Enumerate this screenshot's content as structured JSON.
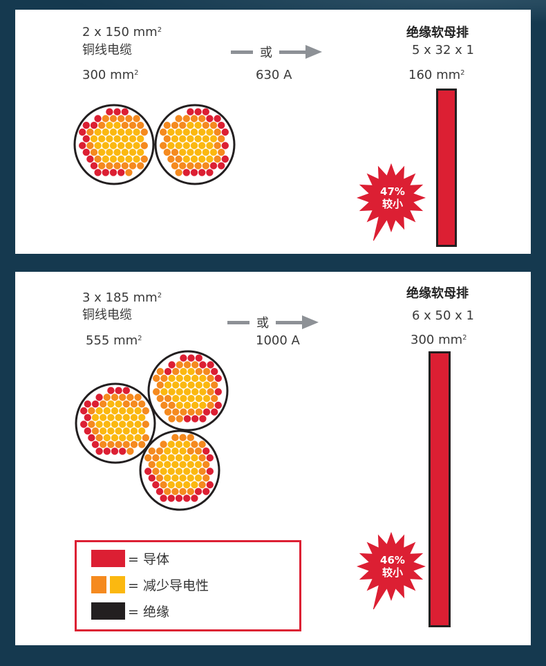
{
  "colors": {
    "background": "#15394f",
    "conductor": "#dc1f33",
    "reduced_orange": "#f58a1f",
    "reduced_yellow": "#fbb810",
    "insulation": "#231f20",
    "arrow_gray": "#8d9196"
  },
  "comparisons": [
    {
      "cable": {
        "spec": "2 x 150 mm",
        "spec_sup": "2",
        "type": "铜线电缆",
        "area": "300 mm",
        "area_sup": "2",
        "count": 2
      },
      "or_label": "或",
      "current": "630 A",
      "busbar": {
        "title": "绝缘软母排",
        "spec": "5 x 32 x 1",
        "area": "160 mm",
        "area_sup": "2"
      },
      "badge": {
        "percent": "47%",
        "label": "较小"
      }
    },
    {
      "cable": {
        "spec": "3 x 185 mm",
        "spec_sup": "2",
        "type": "铜线电缆",
        "area": "555 mm",
        "area_sup": "2",
        "count": 3
      },
      "or_label": "或",
      "current": "1000 A",
      "busbar": {
        "title": "绝缘软母排",
        "spec": "6 x 50 x 1",
        "area": "300 mm",
        "area_sup": "2"
      },
      "badge": {
        "percent": "46%",
        "label": "较小"
      }
    }
  ],
  "legend": {
    "items": [
      {
        "label": "= 导体",
        "icon": "red-swatch"
      },
      {
        "label": "= 减少导电性",
        "icon": "orange-yellow-swatch"
      },
      {
        "label": "= 绝缘",
        "icon": "black-swatch"
      }
    ]
  }
}
